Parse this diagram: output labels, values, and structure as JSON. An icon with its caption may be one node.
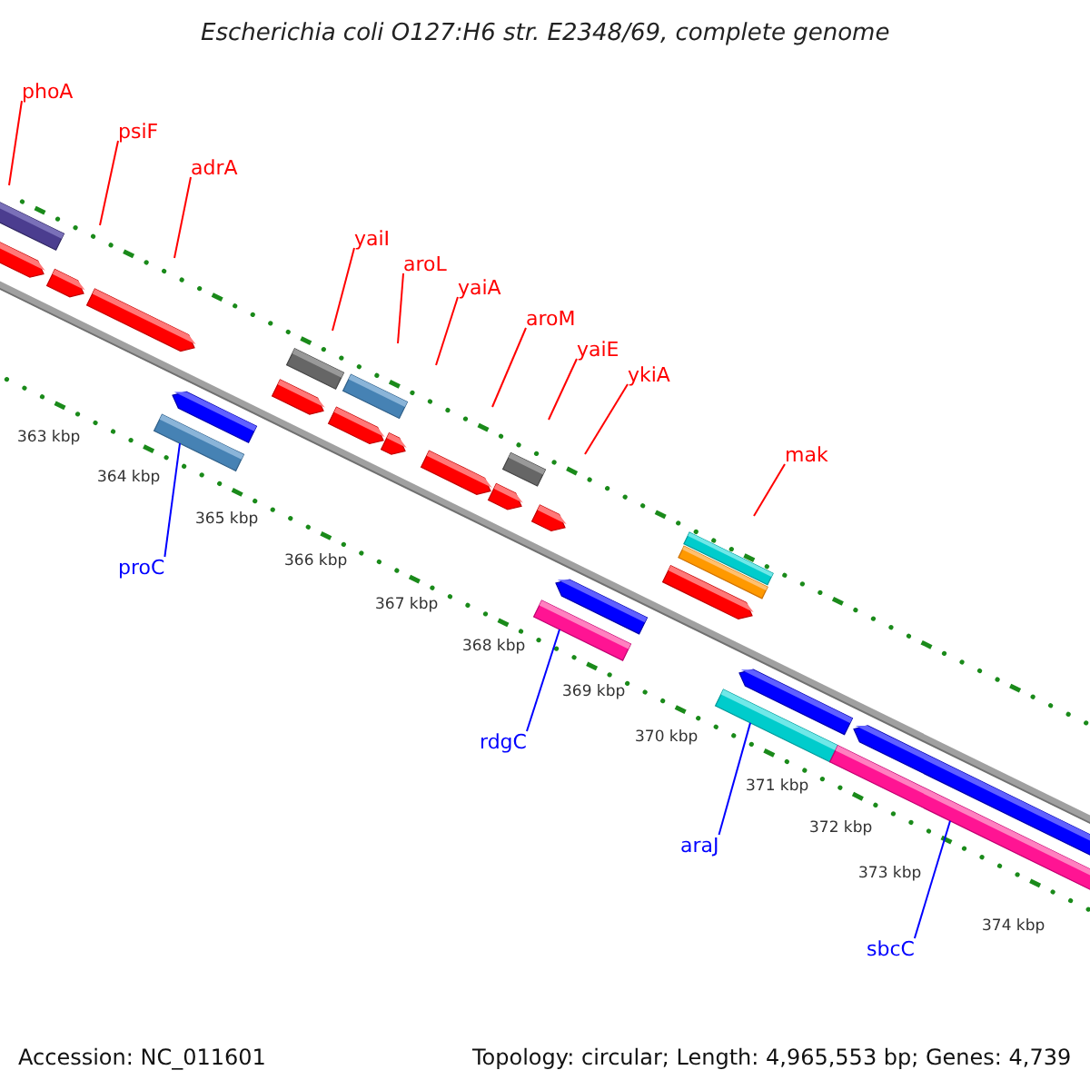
{
  "diagram": {
    "title": "Escherichia coli O127:H6 str. E2348/69, complete genome",
    "nodes": [
      {
        "text": [
          "phoA"
        ]
      },
      {
        "text": [
          "psiF"
        ]
      },
      {
        "text": [
          "adrA"
        ]
      },
      {
        "text": [
          "yaiI"
        ]
      },
      {
        "text": [
          "aroL"
        ]
      },
      {
        "text": [
          "yaiA"
        ]
      },
      {
        "text": [
          "aroM"
        ]
      },
      {
        "text": [
          "yaiE"
        ]
      },
      {
        "text": [
          "ykiA"
        ]
      },
      {
        "text": [
          "mak"
        ]
      },
      {
        "text": [
          "proC"
        ]
      },
      {
        "text": [
          "rdgC"
        ]
      },
      {
        "text": [
          "araJ"
        ]
      },
      {
        "text": [
          "sbcC"
        ]
      },
      {
        "text": [],
        "shape": "bar"
      },
      {
        "text": [],
        "shape": "bar"
      },
      {
        "text": [],
        "shape": "bar"
      },
      {
        "text": [],
        "shape": "bar"
      }
    ],
    "edges": [
      {
        "from": 0,
        "to": null,
        "arrow": "none"
      },
      {
        "from": 1,
        "to": null,
        "arrow": "none"
      },
      {
        "from": 2,
        "to": null,
        "arrow": "none"
      },
      {
        "from": 3,
        "to": null,
        "arrow": "none"
      },
      {
        "from": 4,
        "to": null,
        "arrow": "none"
      },
      {
        "from": 5,
        "to": null,
        "arrow": "none"
      },
      {
        "from": 6,
        "to": null,
        "arrow": "none"
      },
      {
        "from": 7,
        "to": null,
        "arrow": "none"
      },
      {
        "from": 8,
        "to": null,
        "arrow": "none"
      },
      {
        "from": 9,
        "to": null,
        "arrow": "none"
      },
      {
        "from": 10,
        "to": 14,
        "arrow": "none",
        "color": "#0000ff"
      },
      {
        "from": 11,
        "to": 15,
        "arrow": "none",
        "color": "#0000ff"
      },
      {
        "from": 12,
        "to": 16,
        "arrow": "none",
        "color": "#0000ff"
      },
      {
        "from": 13,
        "to": 17,
        "arrow": "none",
        "color": "#0000ff"
      }
    ],
    "labels": [
      "363 kbp",
      "364 kbp",
      "365 kbp",
      "366 kbp",
      "367 kbp",
      "368 kbp",
      "369 kbp",
      "370 kbp",
      "371 kbp",
      "372 kbp",
      "373 kbp",
      "374 kbp",
      "Accession: NC_011601",
      "Topology: circular; Length: 4,965,553 bp; Genes: 4,739"
    ]
  }
}
